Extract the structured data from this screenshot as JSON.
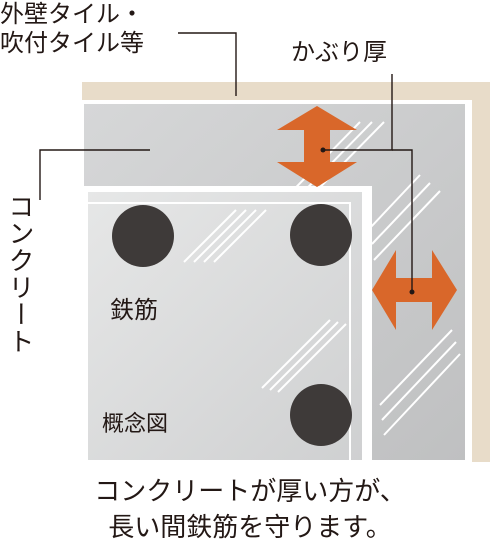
{
  "labels": {
    "tile_line1": "外壁タイル・",
    "tile_line2": "吹付タイル等",
    "cover": "かぶり厚",
    "concrete": "コンクリート",
    "rebar": "鉄筋",
    "concept": "概念図"
  },
  "caption": {
    "line1": "コンクリートが厚い方が、",
    "line2": "長い間鉄筋を守ります。"
  },
  "colors": {
    "tile": "#e8dcc9",
    "concrete_outer": "#c9cacb",
    "concrete_inner": "#dcdddd",
    "rebar": "#3e3a39",
    "arrow": "#d9672a",
    "line": "#231815"
  }
}
